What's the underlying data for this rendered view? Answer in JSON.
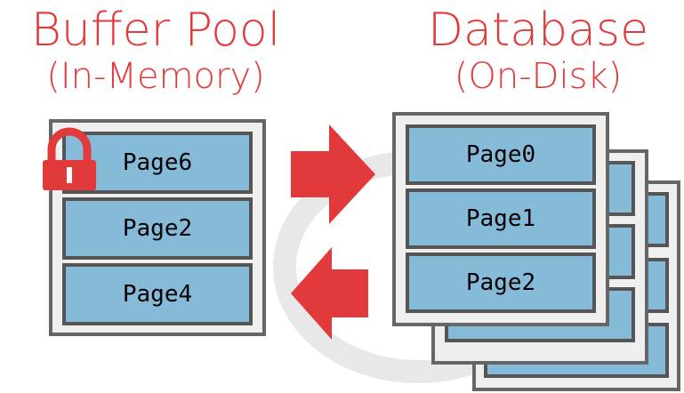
{
  "buffer_pool": {
    "title": "Buffer Pool",
    "subtitle": "(In-Memory)",
    "pages": [
      "Page6",
      "Page2",
      "Page4"
    ],
    "locked_page": "Page6"
  },
  "database": {
    "title": "Database",
    "subtitle": "(On-Disk)",
    "pages": [
      "Page0",
      "Page1",
      "Page2"
    ],
    "stacked_copies": 3
  },
  "colors": {
    "accent_red": "#e23a3a",
    "page_fill": "#85bbd9",
    "container_fill": "#efefef",
    "border": "#555555"
  },
  "icons": {
    "lock": "lock-icon",
    "arrow_right": "arrow-right-icon",
    "arrow_left": "arrow-left-icon"
  }
}
